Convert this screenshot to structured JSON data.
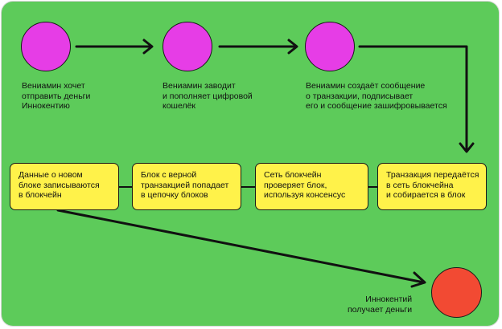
{
  "colors": {
    "background": "#5dcb5a",
    "start_node": "#e63de6",
    "end_node": "#f24a33",
    "process_box": "#fff24a",
    "arrow": "#111111"
  },
  "steps": [
    {
      "text": "Вениамин хочет\nотправить деньги\nИннокентию"
    },
    {
      "text": "Вениамин заводит\nи пополняет цифровой\nкошелёк"
    },
    {
      "text": "Вениамин создаёт сообщение\nо транзакции, подписывает\nего и сообщение зашифровывается"
    },
    {
      "text": "Транзакция передаётся\nв сеть блокчейна\nи собирается в блок"
    },
    {
      "text": "Сеть блокчейн\nпроверяет блок,\nиспользуя консенсус"
    },
    {
      "text": "Блок с верной\nтранзакцией попадает\nв цепочку блоков"
    },
    {
      "text": "Данные о новом\nблоке записываются\nв блокчейн"
    },
    {
      "text": "Иннокентий\nполучает деньги"
    }
  ]
}
